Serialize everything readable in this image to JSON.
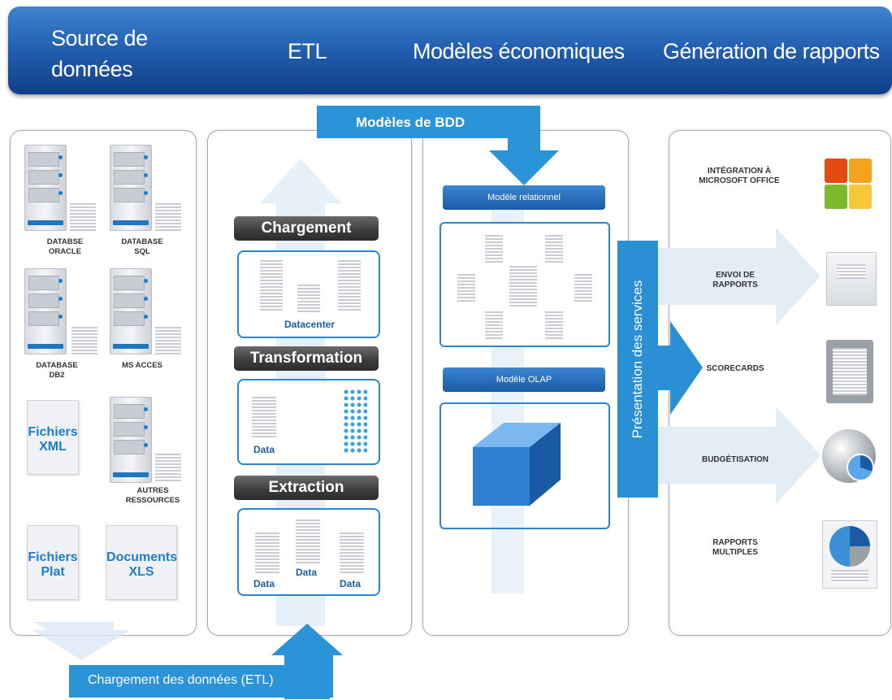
{
  "header": {
    "col1": "Source de\ndonnées",
    "col2": "ETL",
    "col3": "Modèles économiques",
    "col4": "Génération de rapports"
  },
  "arrows": {
    "bdd_models": "Modèles de BDD",
    "etl_loading": "Chargement des données (ETL)",
    "services": "Présentation des services"
  },
  "sources": [
    {
      "label": "DATABSE\nORACLE"
    },
    {
      "label": "DATABASE\nSQL"
    },
    {
      "label": "DATABASE\nDB2"
    },
    {
      "label": "MS ACCES"
    },
    {
      "label": "AUTRES\nRESSOURCES"
    }
  ],
  "files": [
    {
      "word1": "Fichiers",
      "word2": "XML"
    },
    {
      "word1": "Fichiers",
      "word2": "Plat"
    },
    {
      "word1": "Documents",
      "word2": "XLS"
    }
  ],
  "etl": {
    "loading": "Chargement",
    "transformation": "Transformation",
    "extraction": "Extraction",
    "datacenter": "Datacenter",
    "data": "Data"
  },
  "models": {
    "relational": "Modèle relationnel",
    "olap": "Modèle OLAP"
  },
  "reports": [
    {
      "label": "INTÉGRATION À\nMICROSOFT OFFICE",
      "icon": "office-icon"
    },
    {
      "label": "ENVOI DE\nRAPPORTS",
      "icon": "envelope-icon"
    },
    {
      "label": "SCORECARDS",
      "icon": "clipboard-icon"
    },
    {
      "label": "BUDGÉTISATION",
      "icon": "globe-chart-icon"
    },
    {
      "label": "RAPPORTS\nMULTIPLES",
      "icon": "pie-report-icon"
    }
  ],
  "colors": {
    "accent": "#2b8fd6",
    "header": "#2461b3",
    "bar": "#3c3c3c"
  }
}
